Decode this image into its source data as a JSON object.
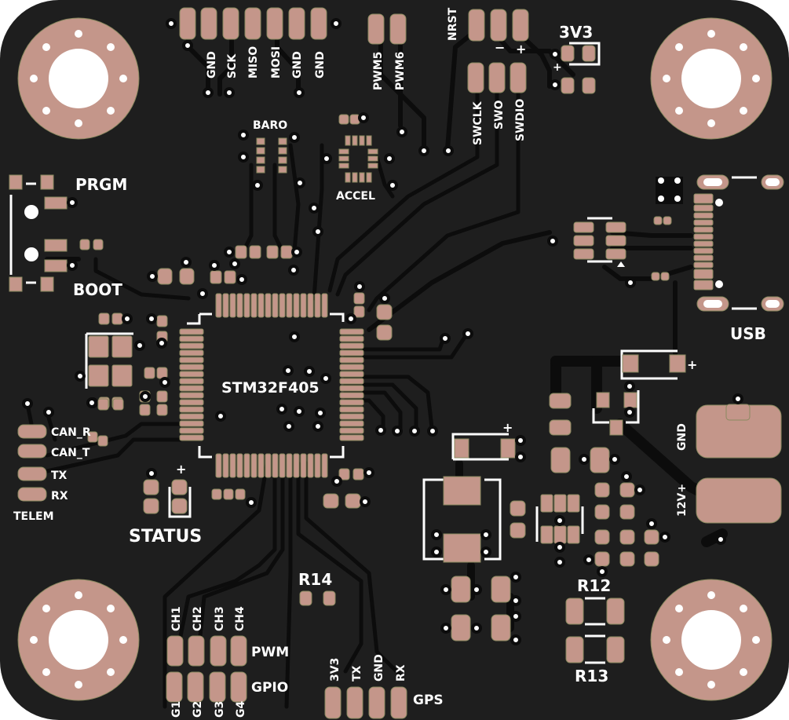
{
  "board": {
    "colors": {
      "substrate": "#1e1e1e",
      "trace": "#0c0c0c",
      "copper": "#c4968a",
      "silkscreen": "#ffffff",
      "background": "#ffffff"
    }
  },
  "labels": {
    "mcu": "STM32F405",
    "baro": "BARO",
    "accel": "ACCEL",
    "prgm": "PRGM",
    "boot": "BOOT",
    "status": "STATUS",
    "status_plus": "+",
    "telem": "TELEM",
    "usb": "USB",
    "v3v3": "3V3",
    "gnd_power": "GND",
    "v12": "12V+",
    "r12": "R12",
    "r13": "R13",
    "r14": "R14",
    "pwm": "PWM",
    "gpio": "GPIO",
    "gps": "GPS",
    "plus": "+",
    "minus": "−"
  },
  "spi_header": {
    "pins": [
      "GND",
      "SCK",
      "MISO",
      "MOSI",
      "GND",
      "GND"
    ]
  },
  "pwm_header": {
    "pins": [
      "PWM5",
      "PWM6"
    ]
  },
  "nrst_label": "NRST",
  "swd_header": {
    "pins": [
      "SWCLK",
      "SWO",
      "SWDIO"
    ]
  },
  "telem_header": {
    "pins": [
      "CAN_R",
      "CAN_T",
      "TX",
      "RX"
    ]
  },
  "pwm_channels": {
    "pins": [
      "CH1",
      "CH2",
      "CH3",
      "CH4"
    ]
  },
  "gpio_channels": {
    "pins": [
      "G1",
      "G2",
      "G3",
      "G4"
    ]
  },
  "gps_header": {
    "pins": [
      "3V3",
      "TX",
      "GND",
      "RX"
    ]
  }
}
